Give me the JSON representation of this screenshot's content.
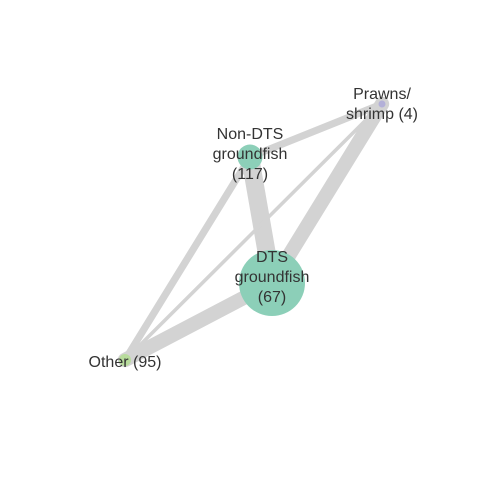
{
  "colors": {
    "edge": "#d3d3d3",
    "label": "#333333"
  },
  "network": {
    "nodes": [
      {
        "id": "prawns",
        "label_lines": [
          "Prawns/",
          "shrimp (4)"
        ],
        "count": 4,
        "color": "#b3b0d8"
      },
      {
        "id": "nondts",
        "label_lines": [
          "Non-DTS",
          "groundfish",
          "(117)"
        ],
        "count": 117,
        "color": "#8ccfb8"
      },
      {
        "id": "dts",
        "label_lines": [
          "DTS",
          "groundfish",
          "(67)"
        ],
        "count": 67,
        "color": "#8ccfb8"
      },
      {
        "id": "other",
        "label_lines": [
          "Other (95)"
        ],
        "count": 95,
        "color": "#b8dc9c"
      }
    ],
    "edges": [
      {
        "source": "nondts",
        "target": "dts",
        "weight": 5
      },
      {
        "source": "dts",
        "target": "prawns",
        "weight": 4
      },
      {
        "source": "dts",
        "target": "other",
        "weight": 4
      },
      {
        "source": "nondts",
        "target": "prawns",
        "weight": 2
      },
      {
        "source": "nondts",
        "target": "other",
        "weight": 2
      },
      {
        "source": "prawns",
        "target": "other",
        "weight": 1
      }
    ]
  }
}
